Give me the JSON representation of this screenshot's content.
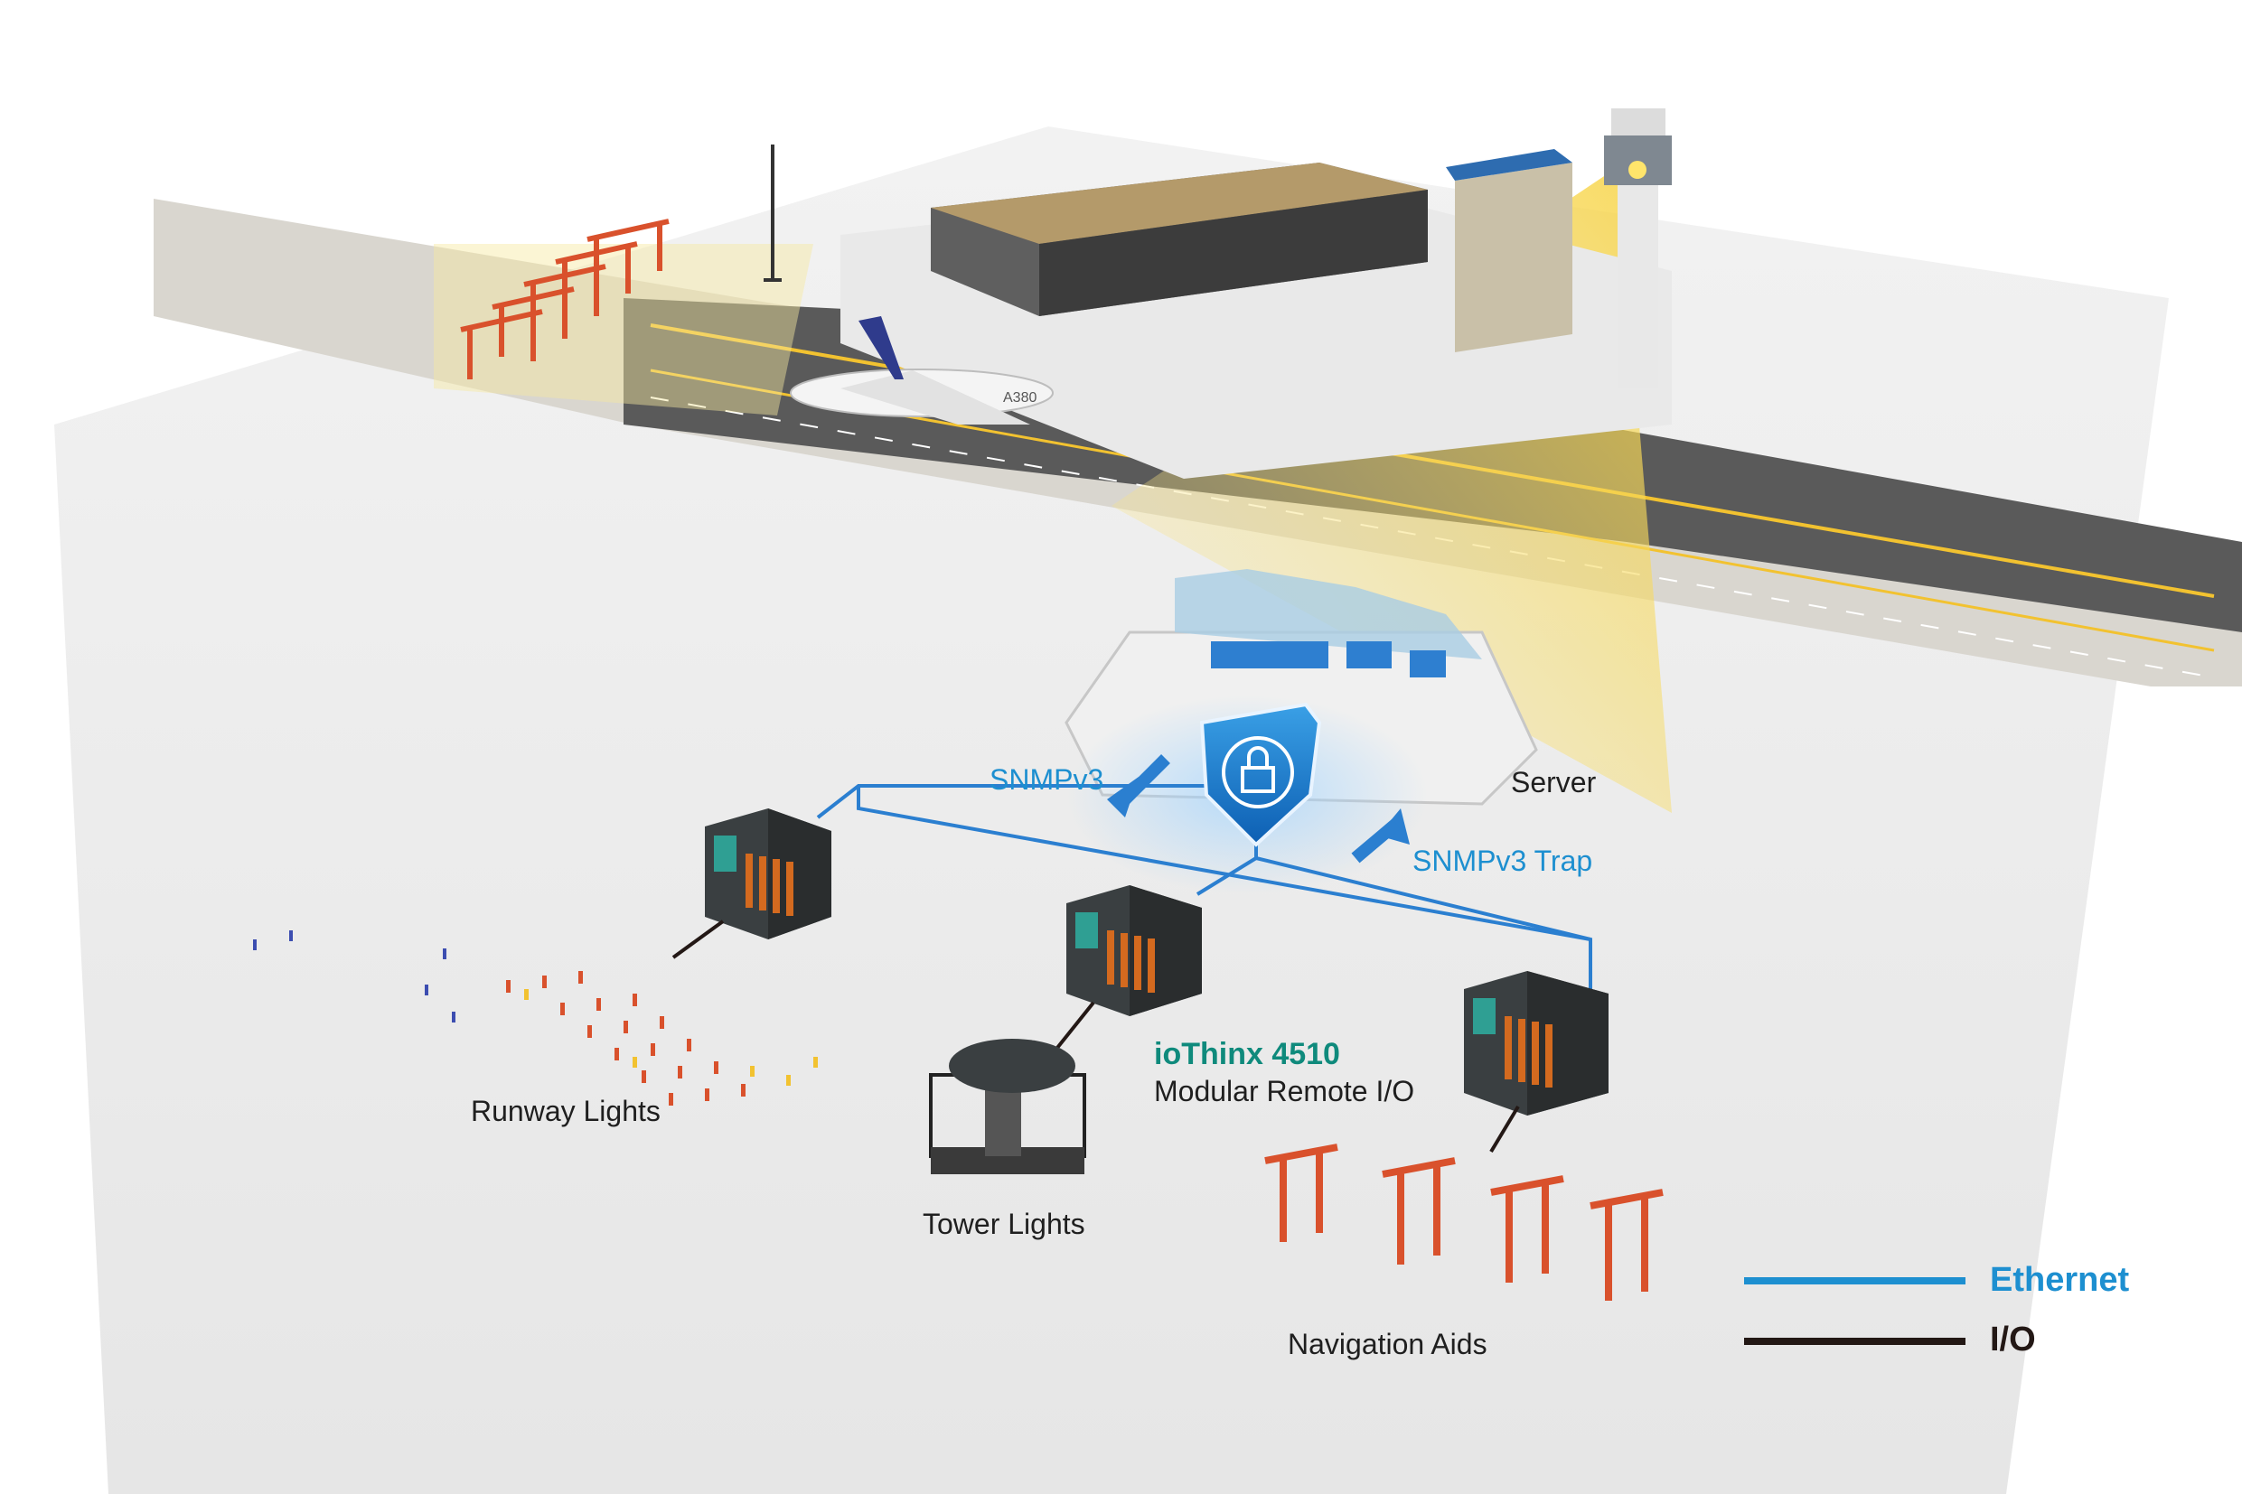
{
  "labels": {
    "snmpv3": "SNMPv3",
    "server": "Server",
    "snmpv3_trap": "SNMPv3 Trap",
    "product_name": "ioThinx 4510",
    "product_desc": "Modular Remote I/O",
    "runway_lights": "Runway Lights",
    "tower_lights": "Tower Lights",
    "navigation_aids": "Navigation Aids",
    "aircraft_tail": "A380"
  },
  "legend": [
    {
      "label": "Ethernet",
      "color": "#1d8fd0"
    },
    {
      "label": "I/O",
      "color": "#231815"
    }
  ],
  "colors": {
    "ethernet": "#2b7fd0",
    "io": "#231815",
    "label_blue": "#1d8fd0",
    "product_teal": "#0f8a7c",
    "beacon": "#f4d03f",
    "structure_red": "#d9512c"
  },
  "icons": [
    "security-shield-icon",
    "padlock-icon"
  ]
}
